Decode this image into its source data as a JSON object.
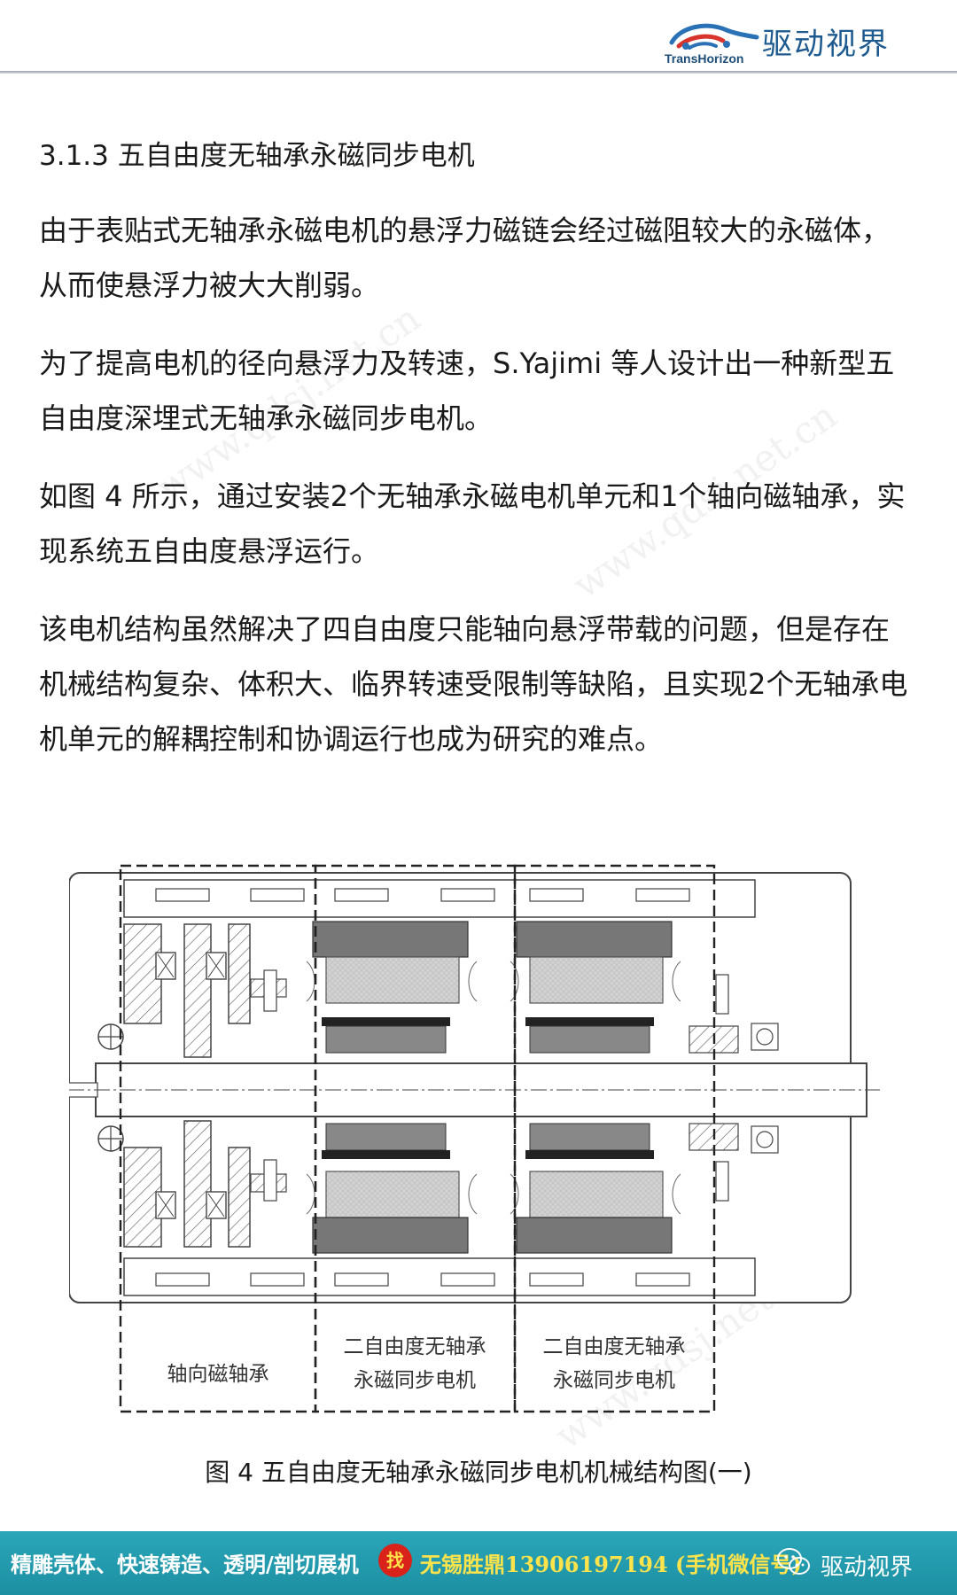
{
  "header": {
    "brand_en": "TransHorizon",
    "brand_cn": "驱动视界"
  },
  "watermarks": [
    "www.qdsj.net.cn",
    "www.qdsj.net.cn",
    "www.qdsj.net.cn"
  ],
  "article": {
    "section_title": "3.1.3 五自由度无轴承永磁同步电机",
    "paragraphs": [
      "由于表贴式无轴承永磁电机的悬浮力磁链会经过磁阻较大的永磁体，从而使悬浮力被大大削弱。",
      "为了提高电机的径向悬浮力及转速，S.Yajimi 等人设计出一种新型五自由度深埋式无轴承永磁同步电机。",
      "如图 4 所示，通过安装2个无轴承永磁电机单元和1个轴向磁轴承，实现系统五自由度悬浮运行。",
      "该电机结构虽然解决了四自由度只能轴向悬浮带载的问题，但是存在机械结构复杂、体积大、临界转速受限制等缺陷，且实现2个无轴承电机单元的解耦控制和协调运行也成为研究的难点。"
    ]
  },
  "figure": {
    "labels": {
      "axial_bearing": "轴向磁轴承",
      "unit1_line1": "二自由度无轴承",
      "unit1_line2": "永磁同步电机",
      "unit2_line1": "二自由度无轴承",
      "unit2_line2": "永磁同步电机"
    },
    "caption": "图 4 五自由度无轴承永磁同步电机机械结构图(一)"
  },
  "footer": {
    "ad_text": "精雕壳体、快速铸造、透明/剖切展机",
    "badge": "找",
    "phone_text": "无锡胜鼎13906197194 (手机微信号)",
    "wechat_name": "驱动视界"
  },
  "colors": {
    "footer_bg": "#2aa6b8",
    "footer_highlight": "#ffe34a",
    "badge_red": "#d9231a",
    "brand_blue": "#1d5a8f"
  }
}
